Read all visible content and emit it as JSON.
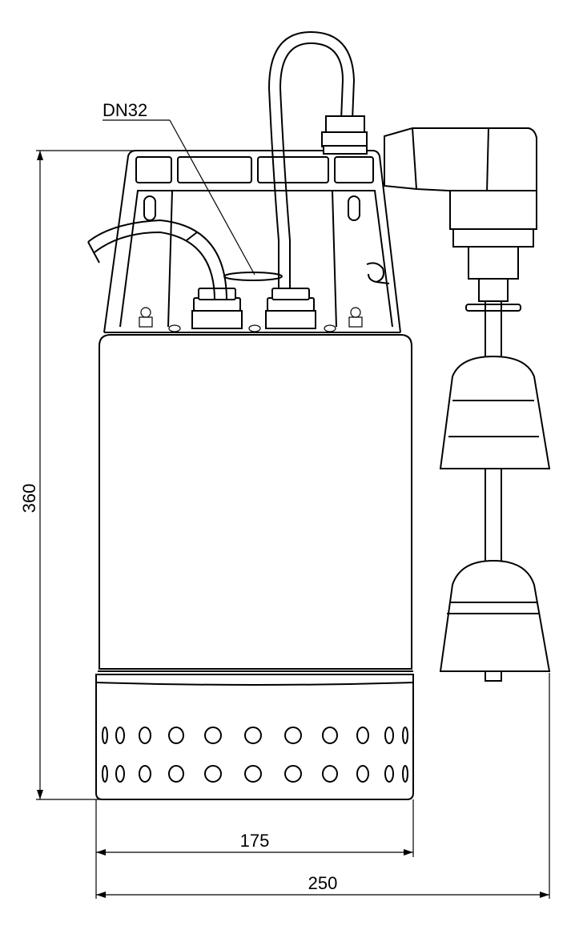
{
  "labels": {
    "outlet": "DN32",
    "height": "360",
    "base_width": "175",
    "overall_width": "250"
  },
  "colors": {
    "line": "#000000",
    "background": "#ffffff"
  }
}
